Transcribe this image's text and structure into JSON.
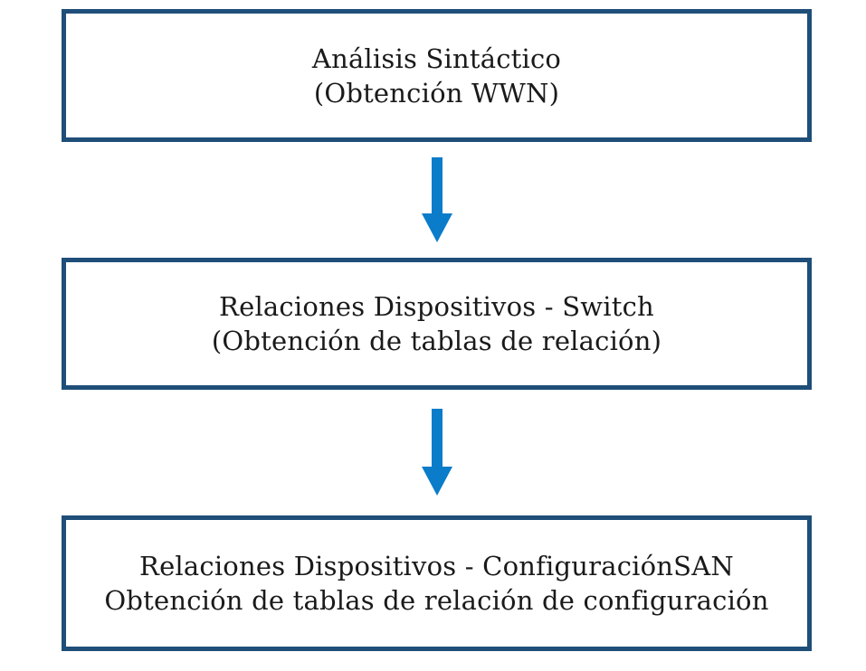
{
  "flow": {
    "arrow_color": "#0a7cc9",
    "border_color": "#1f4e79",
    "steps": [
      {
        "line1": "Análisis Sintáctico",
        "line2": "(Obtención WWN)"
      },
      {
        "line1": "Relaciones Dispositivos - Switch",
        "line2": "(Obtención de tablas de relación)"
      },
      {
        "line1": "Relaciones Dispositivos - ConfiguraciónSAN",
        "line2": "Obtención de tablas de relación de configuración"
      }
    ]
  }
}
